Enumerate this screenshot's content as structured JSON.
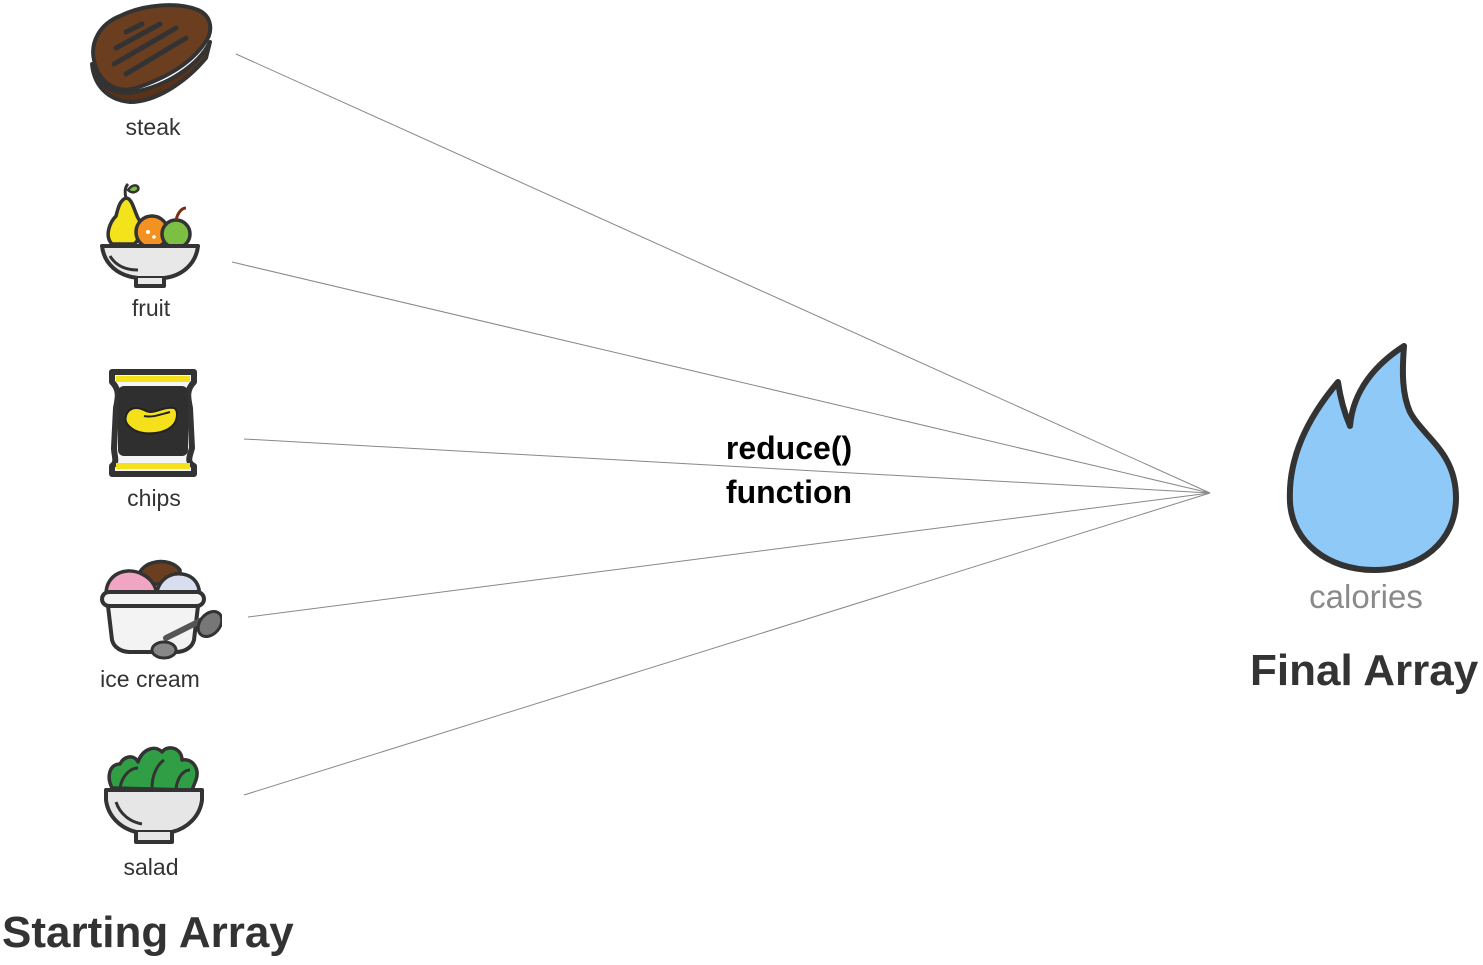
{
  "starting": {
    "title": "Starting Array",
    "items": [
      {
        "label": "steak",
        "icon": "steak-icon"
      },
      {
        "label": "fruit",
        "icon": "fruit-bowl-icon"
      },
      {
        "label": "chips",
        "icon": "chips-bag-icon"
      },
      {
        "label": "ice cream",
        "icon": "ice-cream-icon"
      },
      {
        "label": "salad",
        "icon": "salad-icon"
      }
    ]
  },
  "operation": {
    "line1": "reduce()",
    "line2": "function"
  },
  "result": {
    "label": "calories",
    "icon": "flame-icon",
    "title": "Final Array"
  },
  "colors": {
    "text": "#333333",
    "connector": "#888888",
    "flame": "#8ec9f7",
    "steak": "#6b3e1f",
    "chips_accent": "#f5e11b"
  }
}
